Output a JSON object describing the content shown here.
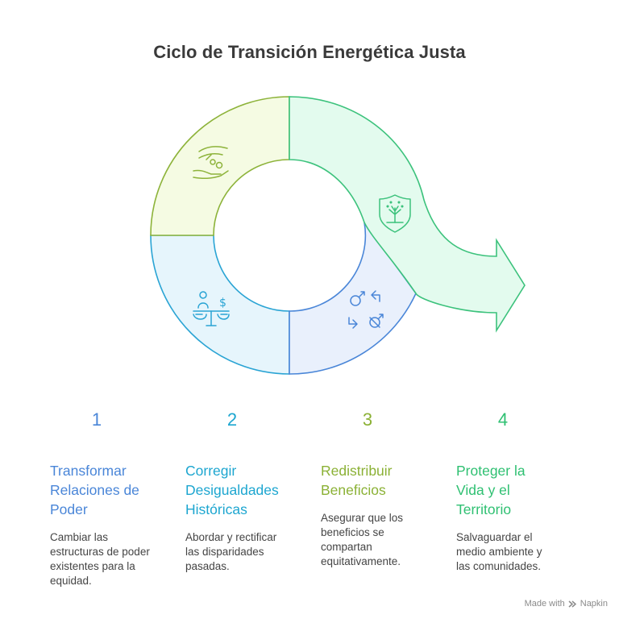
{
  "title": "Ciclo de Transición Energética Justa",
  "colors": {
    "blue": "#4a86d8",
    "cyan": "#1da6d0",
    "lime": "#8bb135",
    "green": "#2fc072"
  },
  "icons": {
    "segment1": "hand-coins-icon",
    "segment2": "scale-person-dollar-icon",
    "segment3": "gender-arrows-icon",
    "segment4": "shield-tree-icon"
  },
  "steps": [
    {
      "number": "1",
      "heading": [
        "Transformar",
        "Relaciones de",
        "Poder"
      ],
      "desc": [
        "Cambiar las",
        "estructuras de poder",
        "existentes para la",
        "equidad."
      ]
    },
    {
      "number": "2",
      "heading": [
        "Corregir",
        "Desigualdades",
        "Históricas"
      ],
      "desc": [
        "Abordar y rectificar",
        "las disparidades",
        "pasadas."
      ]
    },
    {
      "number": "3",
      "heading": [
        "Redistribuir",
        "Beneficios"
      ],
      "desc": [
        "Asegurar que los",
        "beneficios se",
        "compartan",
        "equitativamente."
      ]
    },
    {
      "number": "4",
      "heading": [
        "Proteger la",
        "Vida y el",
        "Territorio"
      ],
      "desc": [
        "Salvaguardar el",
        "medio ambiente y",
        "las comunidades."
      ]
    }
  ],
  "footer": {
    "made_with": "Made with",
    "brand": "Napkin"
  }
}
